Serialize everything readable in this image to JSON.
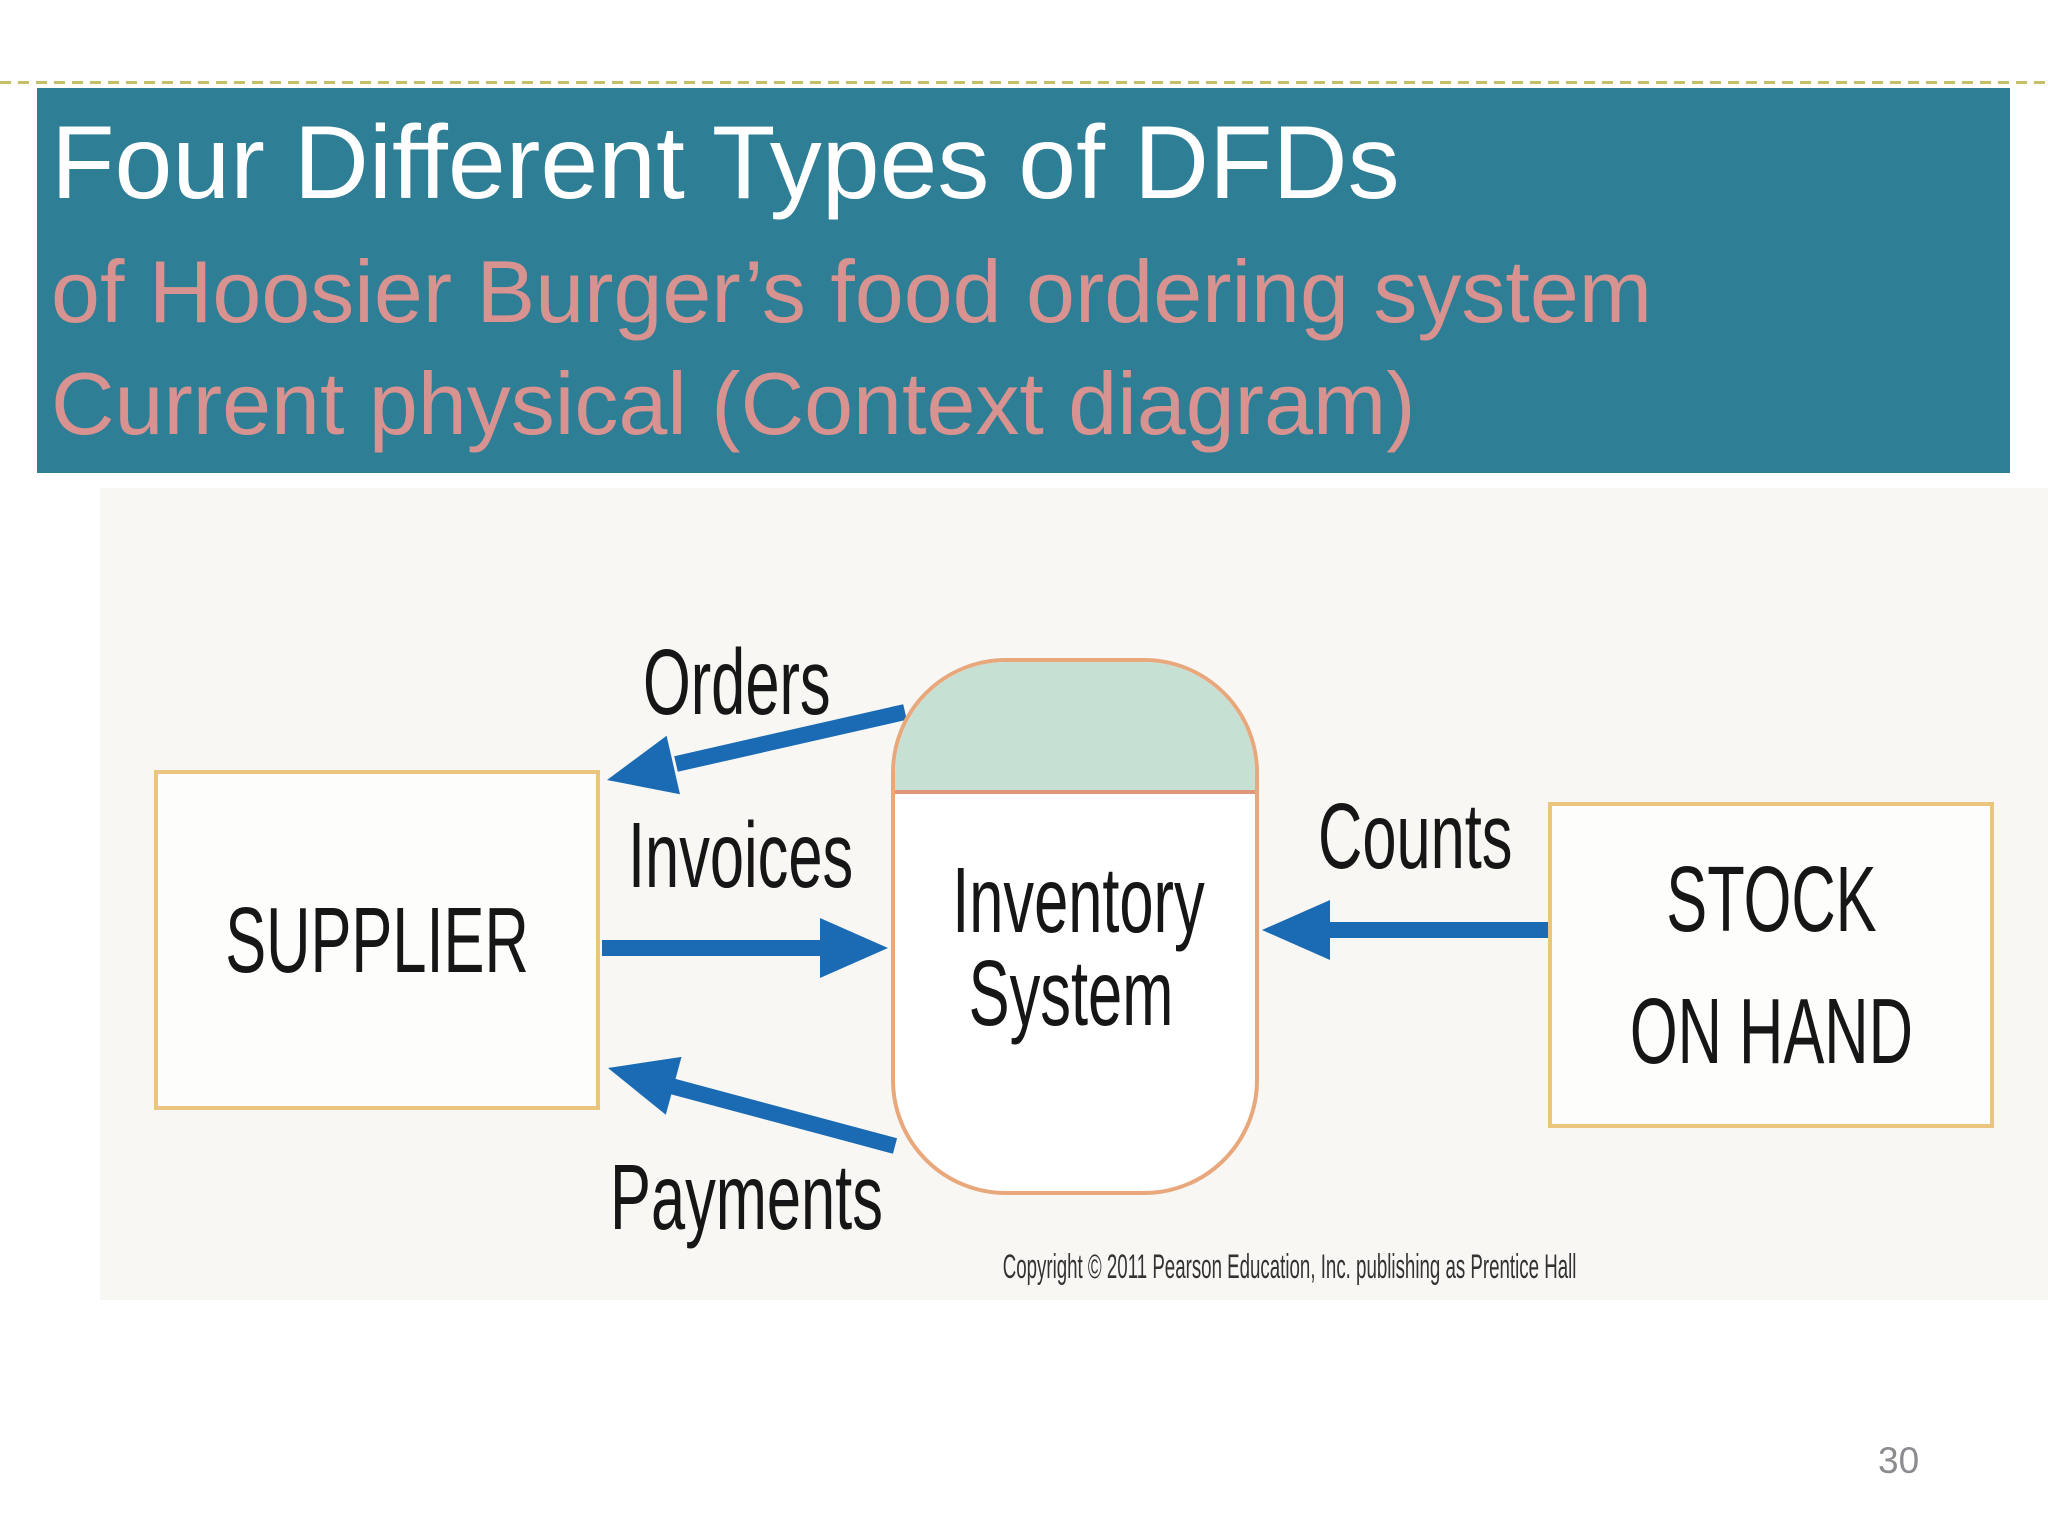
{
  "slide": {
    "title": "Four Different Types of DFDs",
    "subtitle_line1": "of Hoosier Burger’s food ordering system",
    "subtitle_line2": "Current physical (Context diagram)",
    "page_number": "30"
  },
  "diagram": {
    "supplier_label": "SUPPLIER",
    "process_label_line1": "Inventory",
    "process_label_line2": "System",
    "stock_label_line1": "STOCK",
    "stock_label_line2": "ON HAND",
    "flows": {
      "orders": "Orders",
      "invoices": "Invoices",
      "payments": "Payments",
      "counts": "Counts"
    },
    "copyright": "Copyright © 2011 Pearson Education, Inc. publishing as Prentice Hall"
  },
  "colors": {
    "banner": "#2e7e96",
    "title_text": "#ffffff",
    "subtitle_text": "#d8928f",
    "dashed_line": "#c2bf67",
    "arrow_blue": "#1b6bb4",
    "entity_border": "#eac57e",
    "process_border": "#e8a87c",
    "process_divider": "#e09678",
    "process_top_fill": "#c6e1d3",
    "diagram_text": "#161616",
    "copyright_text": "#333333",
    "page_number_text": "#8b8b90",
    "diagram_background": "#f8f7f4"
  }
}
